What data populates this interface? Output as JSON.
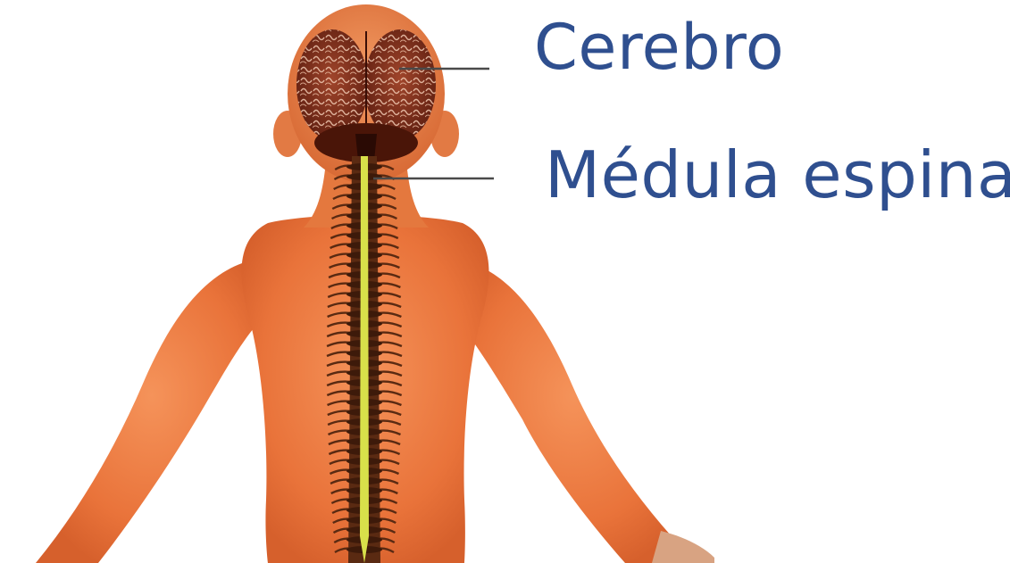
{
  "labels": {
    "brain": "Cerebro",
    "spinal_cord": "Médula espinal"
  },
  "colors": {
    "label_text": "#2f4f8f",
    "leader_line": "#4a4a4a",
    "skin": "#ec7a3f",
    "brain": "#7a2a18",
    "spinal_cord": "#d8e04a",
    "vertebrae": "#5a2a12"
  },
  "illustration": {
    "subject": "child-back-view",
    "shows": [
      "brain",
      "spinal-cord",
      "spinal-nerves"
    ]
  }
}
